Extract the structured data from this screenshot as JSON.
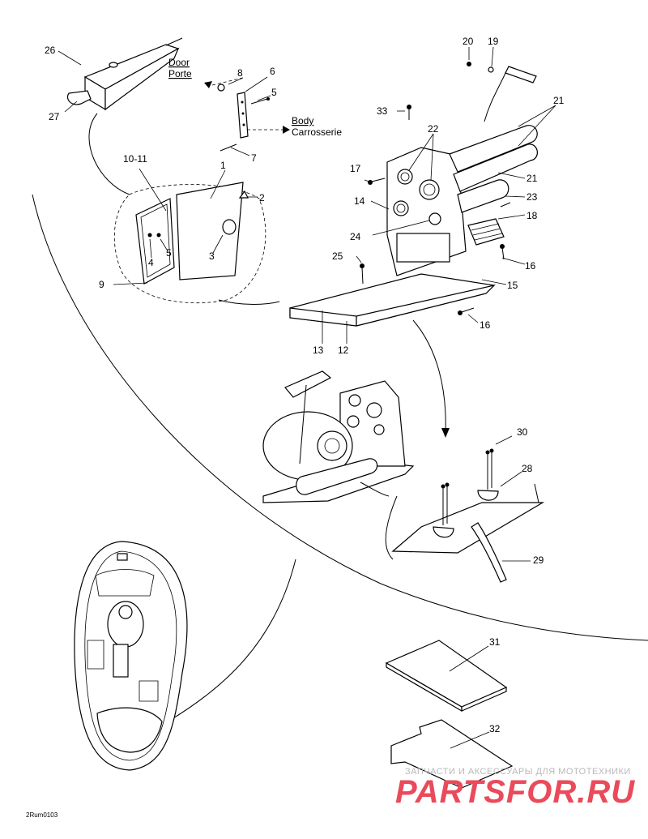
{
  "callouts": {
    "p1": "1",
    "p2": "2",
    "p3": "3",
    "p4": "4",
    "p5a": "5",
    "p5b": "5",
    "p6": "6",
    "p7": "7",
    "p8": "8",
    "p9": "9",
    "p1011": "10-11",
    "p12": "12",
    "p13": "13",
    "p14": "14",
    "p15": "15",
    "p16a": "16",
    "p16b": "16",
    "p17": "17",
    "p18": "18",
    "p19": "19",
    "p20": "20",
    "p21a": "21",
    "p21b": "21",
    "p22": "22",
    "p23": "23",
    "p24": "24",
    "p25": "25",
    "p26": "26",
    "p27": "27",
    "p28": "28",
    "p29": "29",
    "p30": "30",
    "p31": "31",
    "p32": "32",
    "p33": "33"
  },
  "notes": {
    "door_en": "Door",
    "door_fr": "Porte",
    "body_en": "Body",
    "body_fr": "Carrosserie"
  },
  "figure_code": "2Rum0103",
  "watermark": {
    "tagline": "ЗАПЧАСТИ И АКСЕССУАРЫ ДЛЯ МОТОТЕХНИКИ",
    "logo": "PARTSFOR.RU"
  }
}
